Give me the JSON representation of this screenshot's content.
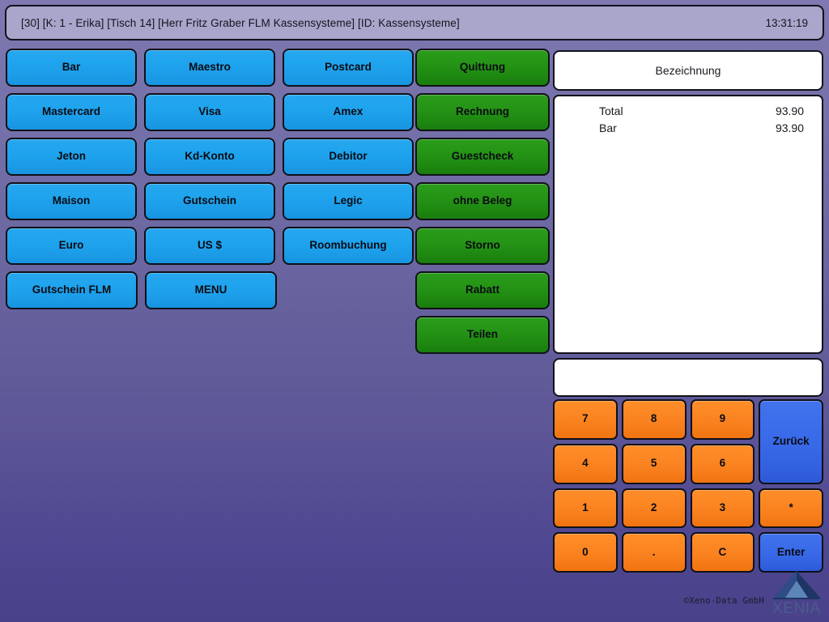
{
  "titlebar": {
    "info": "[30]  [K: 1 - Erika]  [Tisch 14]  [Herr Fritz Graber FLM Kassensysteme]  [ID: Kassensysteme]",
    "clock": "13:31:19"
  },
  "payment_buttons": [
    [
      {
        "label": "Bar",
        "color": "blue"
      },
      {
        "label": "Maestro",
        "color": "blue"
      },
      {
        "label": "Postcard",
        "color": "blue"
      }
    ],
    [
      {
        "label": "Mastercard",
        "color": "blue"
      },
      {
        "label": "Visa",
        "color": "blue"
      },
      {
        "label": "Amex",
        "color": "blue"
      }
    ],
    [
      {
        "label": "Jeton",
        "color": "blue"
      },
      {
        "label": "Kd-Konto",
        "color": "blue"
      },
      {
        "label": "Debitor",
        "color": "blue"
      }
    ],
    [
      {
        "label": "Maison",
        "color": "blue"
      },
      {
        "label": "Gutschein",
        "color": "blue"
      },
      {
        "label": "Legic",
        "color": "blue"
      }
    ],
    [
      {
        "label": "Euro",
        "color": "blue"
      },
      {
        "label": "US $",
        "color": "blue"
      },
      {
        "label": "Roombuchung",
        "color": "blue"
      }
    ],
    [
      {
        "label": "Gutschein FLM",
        "color": "blue"
      },
      {
        "label": "MENU",
        "color": "blue"
      }
    ]
  ],
  "action_buttons": [
    {
      "label": "Quittung",
      "color": "green"
    },
    {
      "label": "Rechnung",
      "color": "green"
    },
    {
      "label": "Guestcheck",
      "color": "green"
    },
    {
      "label": "ohne Beleg",
      "color": "green"
    },
    {
      "label": "Storno",
      "color": "green"
    },
    {
      "label": "Rabatt",
      "color": "green"
    },
    {
      "label": "Teilen",
      "color": "green"
    }
  ],
  "receipt": {
    "header": "Bezeichnung",
    "lines": [
      {
        "label": "Total",
        "amount": "93.90"
      },
      {
        "label": "Bar",
        "amount": "93.90"
      }
    ]
  },
  "numeric_display": {
    "value": ""
  },
  "keypad": [
    {
      "label": "7",
      "color": "orange",
      "span": 1
    },
    {
      "label": "8",
      "color": "orange",
      "span": 1
    },
    {
      "label": "9",
      "color": "orange",
      "span": 1
    },
    {
      "label": "Zurück",
      "color": "royal",
      "span": 2
    },
    {
      "label": "4",
      "color": "orange",
      "span": 1
    },
    {
      "label": "5",
      "color": "orange",
      "span": 1
    },
    {
      "label": "6",
      "color": "orange",
      "span": 1
    },
    {
      "label": "1",
      "color": "orange",
      "span": 1
    },
    {
      "label": "2",
      "color": "orange",
      "span": 1
    },
    {
      "label": "3",
      "color": "orange",
      "span": 1
    },
    {
      "label": "*",
      "color": "orange",
      "span": 1
    },
    {
      "label": "0",
      "color": "orange",
      "span": 1
    },
    {
      "label": ".",
      "color": "orange",
      "span": 1
    },
    {
      "label": "C",
      "color": "orange",
      "span": 1
    },
    {
      "label": "Enter",
      "color": "royal",
      "span": 1
    }
  ],
  "branding": {
    "copyright": "©Xeno-Data GmbH",
    "logo_text": "XENIA"
  },
  "colors": {
    "background_top": "#7E79B0",
    "background_bottom": "#494189",
    "titlebar": "#A9A5CB",
    "blue_button": "#1FA4EE",
    "green_button": "#259416",
    "orange_button": "#FB8522",
    "royal_button": "#3A6CEA",
    "panel_white": "#FFFFFF",
    "logo_blue": "#4A5C8C"
  }
}
